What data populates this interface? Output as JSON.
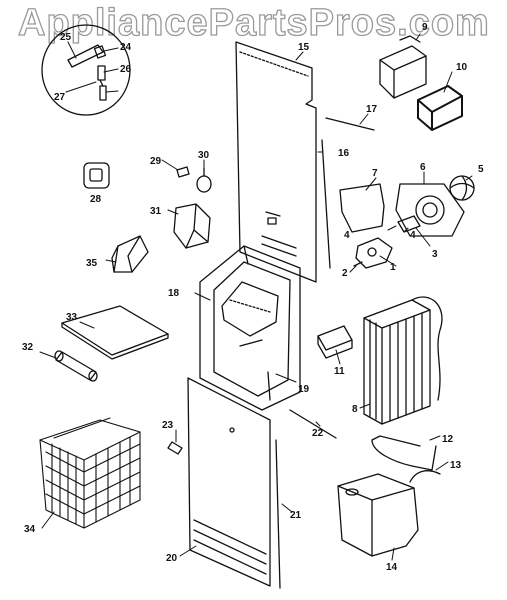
{
  "watermark": "AppliancePartsPros.com",
  "part_numbers": [
    "1",
    "2",
    "3",
    "4",
    "4",
    "5",
    "6",
    "7",
    "8",
    "9",
    "10",
    "11",
    "12",
    "13",
    "14",
    "15",
    "16",
    "17",
    "18",
    "19",
    "20",
    "21",
    "22",
    "23",
    "24",
    "25",
    "26",
    "27",
    "28",
    "29",
    "30",
    "31",
    "32",
    "33",
    "34",
    "35"
  ],
  "colors": {
    "line": "#111111",
    "background": "#ffffff",
    "watermark_outline": "#9a9a9a"
  }
}
